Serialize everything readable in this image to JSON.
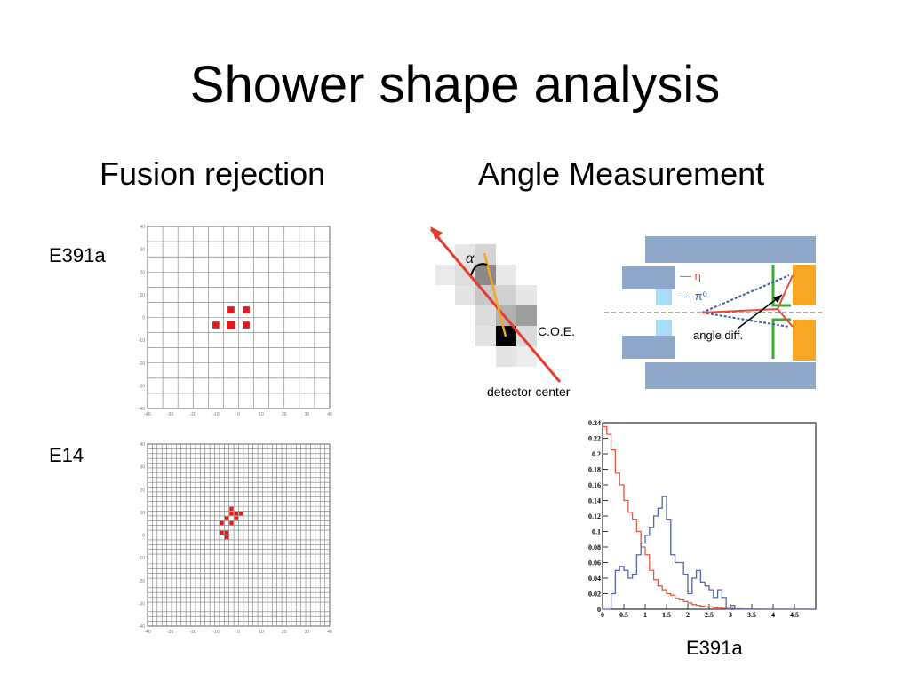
{
  "slide": {
    "title": "Shower shape analysis",
    "left_heading": "Fusion rejection",
    "right_heading": "Angle Measurement",
    "label_e391a": "E391a",
    "label_e14": "E14",
    "label_e391a_bottom": "E391a"
  },
  "colors": {
    "hit": "#e31a1c",
    "grid": "#444444",
    "arrow": "#e53b2c",
    "orange": "#f6a623",
    "panel_blue": "#8ea6c8",
    "light_blue": "#a9dcf3",
    "eta_red": "#e74c3c",
    "pi0_blue": "#3d5aa8",
    "green": "#3aaa35"
  },
  "grid_e391a": {
    "tick_labels": [
      "40",
      "30",
      "20",
      "10",
      "0",
      "-10",
      "-20",
      "-30",
      "-40"
    ]
  },
  "grid_e14": {
    "tick_labels": [
      "40",
      "30",
      "20",
      "10",
      "0",
      "-10",
      "-20",
      "-30",
      "-40"
    ]
  },
  "coe_diagram": {
    "alpha_label": "α",
    "coe_label": "C.O.E.",
    "detector_center_label": "detector center"
  },
  "detector_diagram": {
    "legend_eta": "— η",
    "legend_pi0": "--- π⁰",
    "angle_label": "angle diff."
  },
  "chart_data": {
    "type": "line",
    "title": "",
    "xlabel": "",
    "ylabel": "",
    "xlim": [
      0,
      5
    ],
    "ylim": [
      0,
      0.24
    ],
    "x_ticks": [
      "0",
      "0.5",
      "1",
      "1.5",
      "2",
      "2.5",
      "3",
      "3.5",
      "4",
      "4.5"
    ],
    "y_ticks": [
      "0",
      "0.02",
      "0.04",
      "0.06",
      "0.08",
      "0.1",
      "0.12",
      "0.14",
      "0.16",
      "0.18",
      "0.2",
      "0.22",
      "0.24"
    ],
    "bin_width": 0.1,
    "series": [
      {
        "color": "#e8573a",
        "values": [
          0.235,
          0.225,
          0.205,
          0.175,
          0.16,
          0.14,
          0.125,
          0.115,
          0.1,
          0.08,
          0.07,
          0.05,
          0.038,
          0.03,
          0.025,
          0.02,
          0.018,
          0.014,
          0.012,
          0.01,
          0.008,
          0.006,
          0.005,
          0.004,
          0.003,
          0.003,
          0.002,
          0.002,
          0.001,
          0.001,
          0.001,
          0.0005,
          0.0005,
          0.0003,
          0.0002,
          0.0001,
          0,
          0,
          0,
          0,
          0,
          0,
          0,
          0,
          0,
          0,
          0,
          0,
          0,
          0
        ]
      },
      {
        "color": "#5566aa",
        "values": [
          0,
          0,
          0.02,
          0.05,
          0.055,
          0.05,
          0.04,
          0.045,
          0.07,
          0.085,
          0.095,
          0.105,
          0.12,
          0.13,
          0.145,
          0.115,
          0.07,
          0.06,
          0.06,
          0.045,
          0.02,
          0.04,
          0.05,
          0.035,
          0.03,
          0.025,
          0.015,
          0.025,
          0.015,
          0.0,
          0.005,
          0,
          0,
          0,
          0,
          0,
          0,
          0,
          0,
          0,
          0,
          0,
          0,
          0,
          0,
          0,
          0,
          0,
          0,
          0
        ]
      }
    ]
  }
}
